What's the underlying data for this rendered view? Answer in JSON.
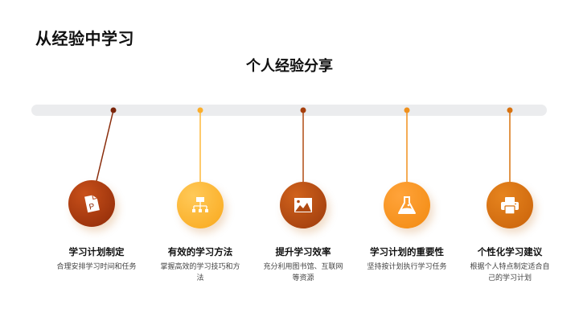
{
  "header": {
    "title": "从经验中学习",
    "subtitle": "个人经验分享"
  },
  "colors": {
    "track": "#ebecee",
    "item1": "#a8360e",
    "item2": "#fdb93a",
    "item3": "#b84a10",
    "item4": "#f7901c",
    "item5": "#d8720f"
  },
  "items": [
    {
      "title": "学习计划制定",
      "description": "合理安排学习时间和任务",
      "icon": "powerpoint-file-icon"
    },
    {
      "title": "有效的学习方法",
      "description": "掌握高效的学习技巧和方法",
      "icon": "hierarchy-icon"
    },
    {
      "title": "提升学习效率",
      "description": "充分利用图书馆、互联网等资源",
      "icon": "image-icon"
    },
    {
      "title": "学习计划的重要性",
      "description": "坚持按计划执行学习任务",
      "icon": "flask-icon"
    },
    {
      "title": "个性化学习建议",
      "description": "根据个人特点制定适合自己的学习计划",
      "icon": "printer-icon"
    }
  ]
}
